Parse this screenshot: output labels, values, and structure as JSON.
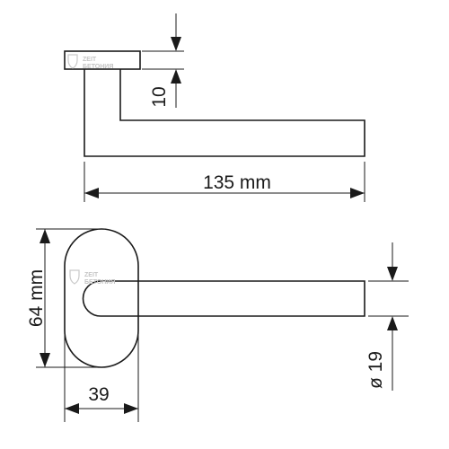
{
  "drawing": {
    "side_view": {
      "rosette_thickness_label": "10",
      "lever_length_label": "135 mm"
    },
    "front_view": {
      "rosette_height_label": "64 mm",
      "rosette_width_label": "39",
      "lever_diameter_label": "ø 19"
    },
    "watermark": {
      "top_line": "ZEIT",
      "bottom_line": "БЕТОНИЯ"
    },
    "colors": {
      "line": "#1a1a1a",
      "watermark": "#c9c9c9",
      "background": "#ffffff"
    }
  }
}
